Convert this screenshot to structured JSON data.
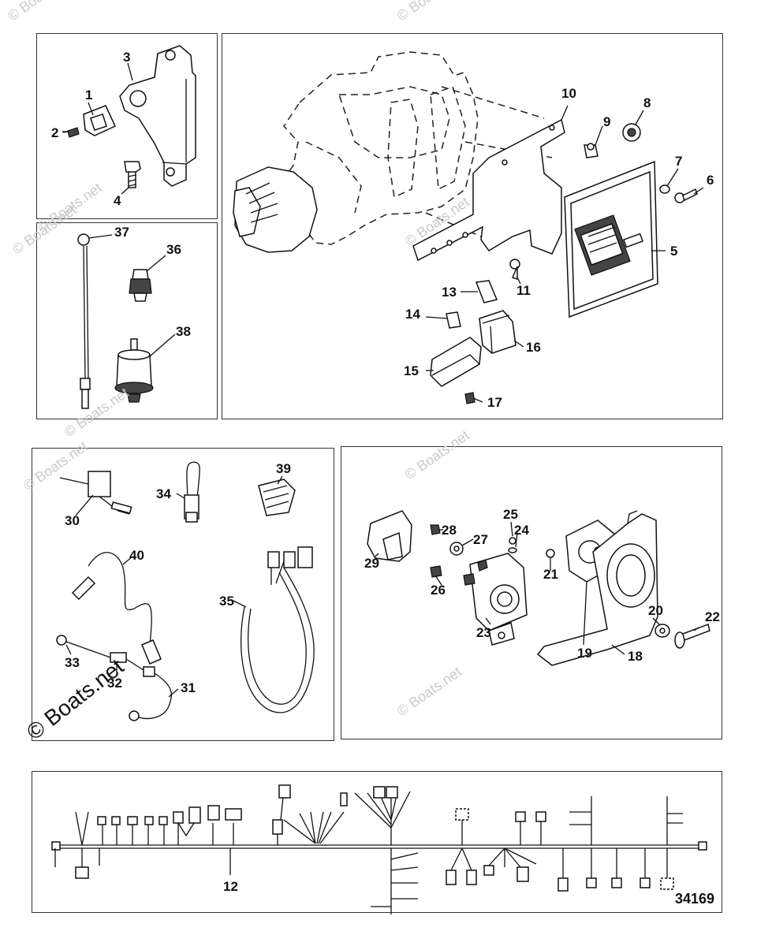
{
  "watermark": {
    "faint_text": "© Boats.net",
    "main_text": "© Boats.net"
  },
  "reference_number": "34169",
  "callouts": {
    "p1": "1",
    "p2": "2",
    "p3": "3",
    "p4": "4",
    "p5": "5",
    "p6": "6",
    "p7": "7",
    "p8": "8",
    "p9": "9",
    "p10": "10",
    "p11": "11",
    "p12": "12",
    "p13": "13",
    "p14": "14",
    "p15": "15",
    "p16": "16",
    "p17": "17",
    "p18": "18",
    "p19": "19",
    "p20": "20",
    "p21": "21",
    "p22": "22",
    "p23": "23",
    "p24": "24",
    "p25": "25",
    "p26": "26",
    "p27": "27",
    "p28": "28",
    "p29": "29",
    "p30": "30",
    "p31": "31",
    "p32": "32",
    "p33": "33",
    "p34": "34",
    "p35": "35",
    "p36": "36",
    "p37": "37",
    "p38": "38",
    "p39": "39",
    "p40": "40"
  }
}
